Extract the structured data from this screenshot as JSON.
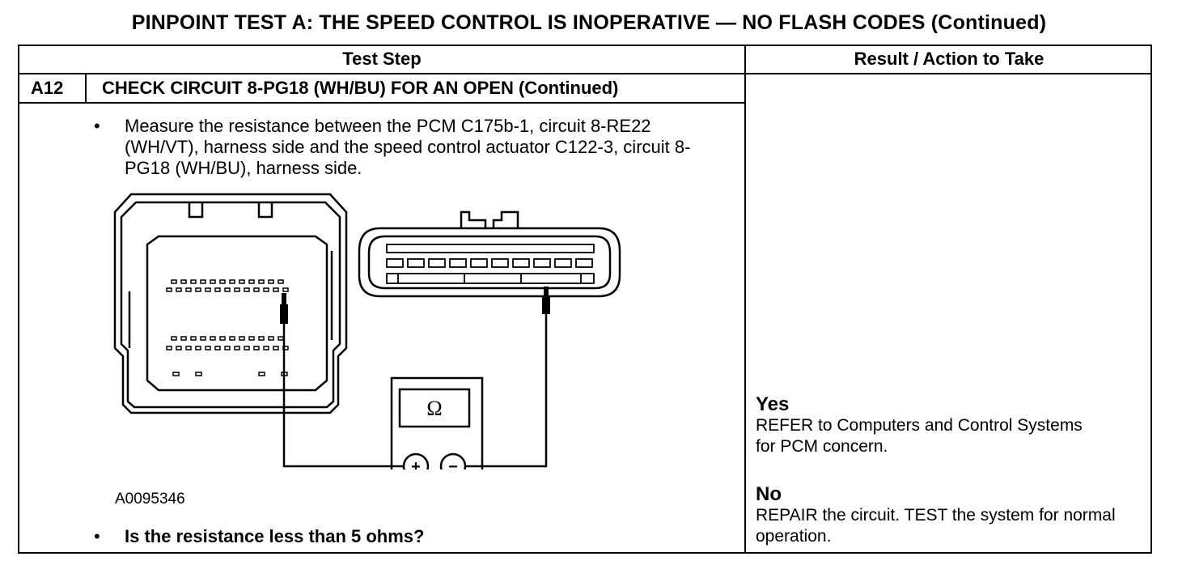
{
  "title": "PINPOINT TEST  A: THE SPEED CONTROL IS INOPERATIVE — NO FLASH CODES (Continued)",
  "table": {
    "col_test_step": "Test Step",
    "col_result": "Result / Action to Take"
  },
  "step": {
    "id": "A12",
    "title": "CHECK CIRCUIT 8-PG18 (WH/BU) FOR AN OPEN (Continued)",
    "bullet": "•",
    "instruction": "Measure the resistance between the PCM C175b-1, circuit 8-RE22 (WH/VT), harness side and the speed control actuator C122-3, circuit 8-PG18 (WH/BU), harness side.",
    "figure_id": "A0095346",
    "meter_symbol": "Ω",
    "plus_symbol": "+",
    "minus_symbol": "−",
    "question": "Is the resistance less than 5 ohms?"
  },
  "results": {
    "yes_label": "Yes",
    "yes_text": "REFER to Computers and Control Systems for PCM concern.",
    "no_label": "No",
    "no_text": "REPAIR the circuit. TEST the system for normal operation."
  }
}
